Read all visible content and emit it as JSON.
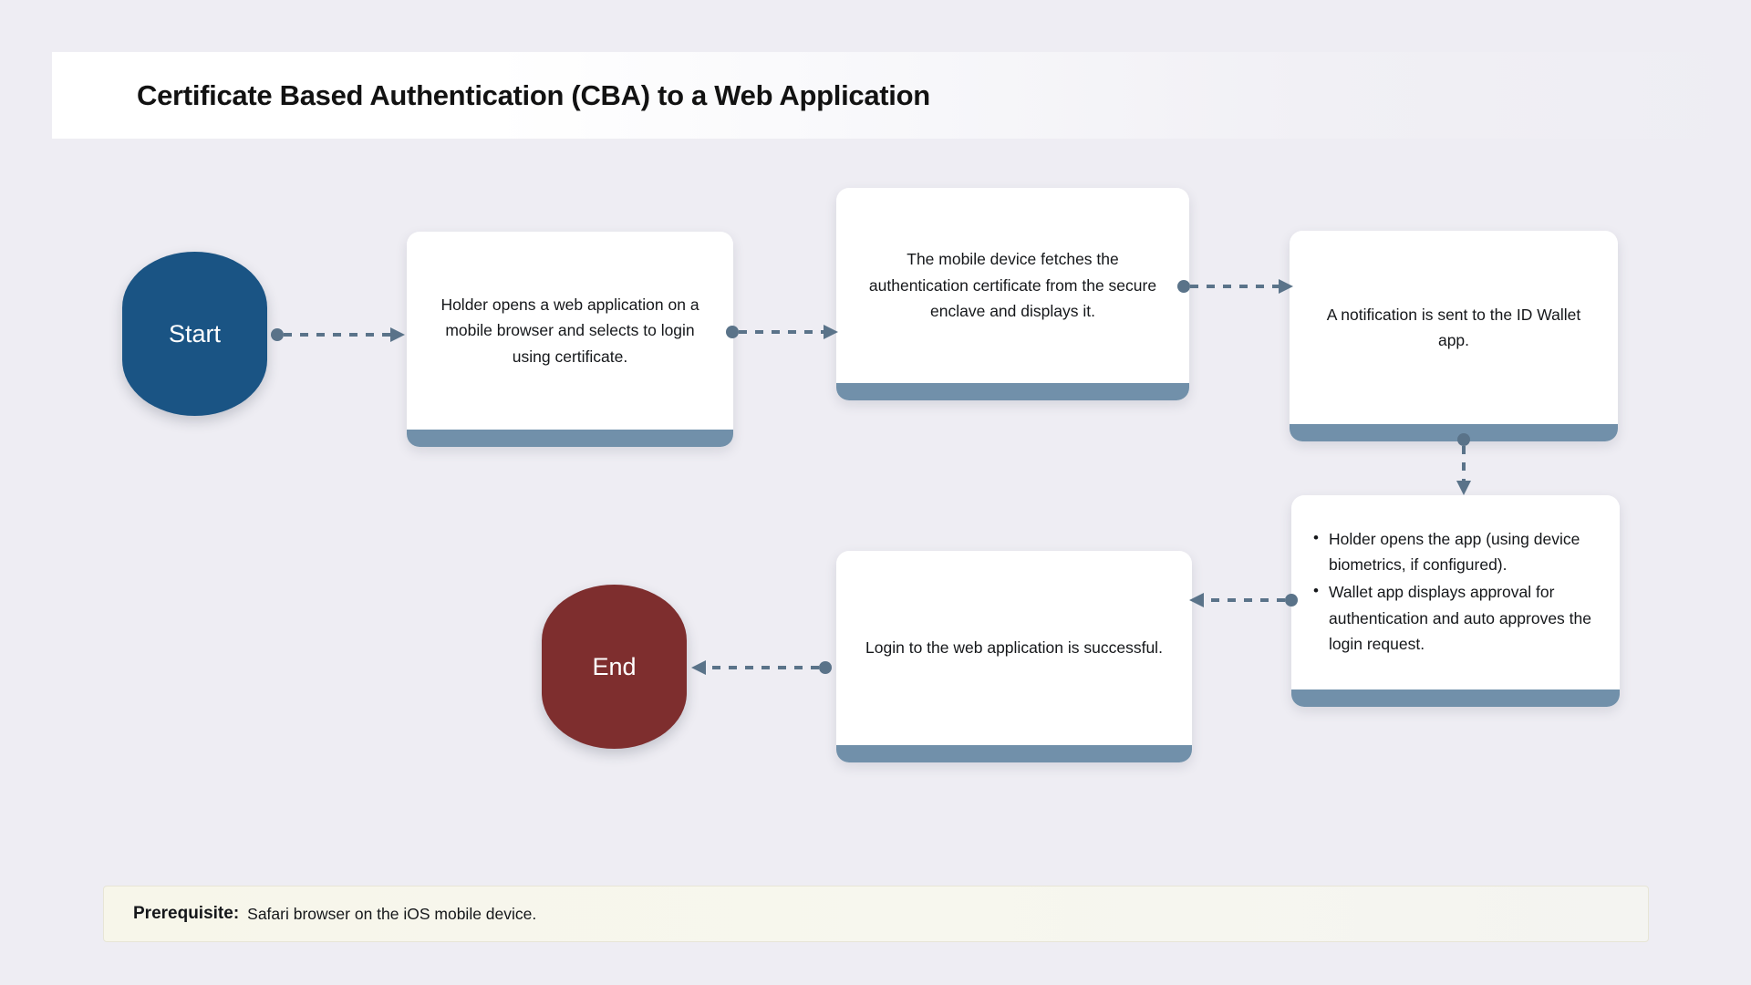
{
  "header": {
    "title": "Certificate Based Authentication (CBA) to a Web Application"
  },
  "flow": {
    "start_label": "Start",
    "end_label": "End",
    "steps": [
      {
        "id": "step-1",
        "text": "Holder opens a web application on a mobile browser and selects to login using certificate."
      },
      {
        "id": "step-2",
        "text": "The mobile device fetches the authentication certificate from the secure enclave and displays it."
      },
      {
        "id": "step-3",
        "text": "A notification is sent to the ID Wallet app."
      },
      {
        "id": "step-4",
        "bullets": [
          "Holder opens the app (using device biometrics, if configured).",
          "Wallet app displays approval for authentication and auto approves the login request."
        ]
      },
      {
        "id": "step-5",
        "text": "Login to the web application is successful."
      }
    ]
  },
  "prerequisite": {
    "label": "Prerequisite:",
    "value": "Safari browser on the iOS mobile device."
  },
  "colors": {
    "page_background": "#eeedf3",
    "start_node": "#1a5484",
    "end_node": "#7e2e2e",
    "box_footer": "#7190aa",
    "connector": "#5a7389",
    "prereq_background": "#f7f6ea"
  }
}
